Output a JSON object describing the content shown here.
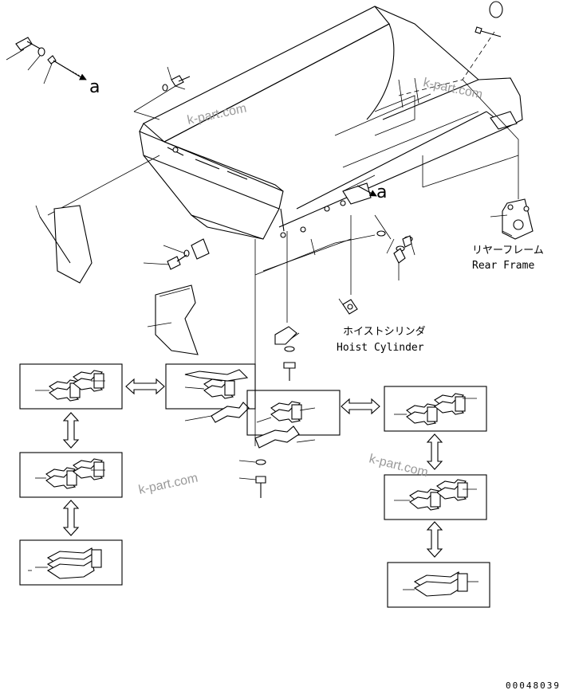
{
  "labels": {
    "ref_a_left": "a",
    "ref_a_right": "a",
    "rear_frame_jp": "リヤーフレーム",
    "rear_frame_en": "Rear Frame",
    "hoist_cylinder_jp": "ホイストシリンダ",
    "hoist_cylinder_en": "Hoist Cylinder",
    "drawing_number": "00048039"
  },
  "watermarks": [
    "k-part.com",
    "k-part.com",
    "k-part.com",
    "k-part.com"
  ]
}
